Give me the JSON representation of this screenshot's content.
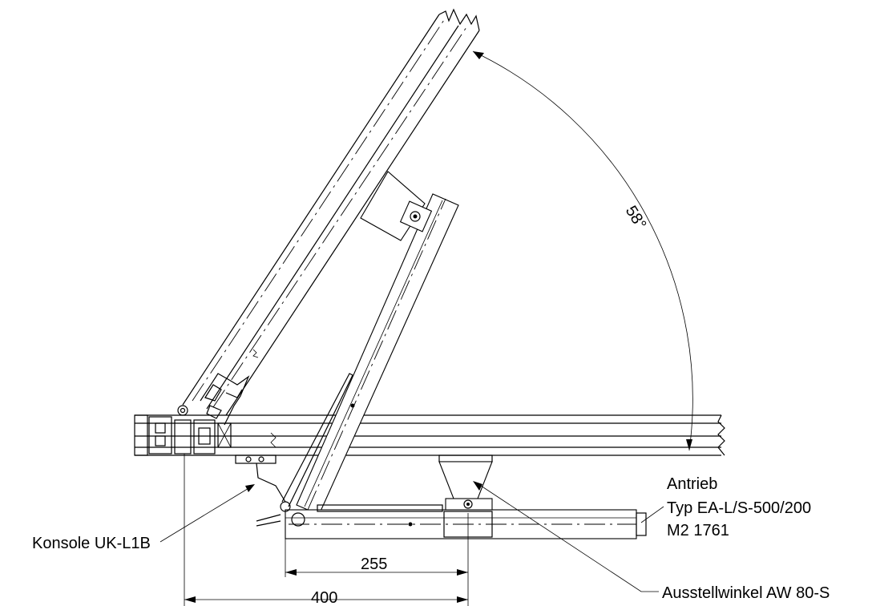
{
  "drawing": {
    "angle_label": "58°",
    "labels": {
      "antrieb_line1": "Antrieb",
      "antrieb_line2": "Typ EA-L/S-500/200",
      "antrieb_line3": "M2 1761",
      "konsole": "Konsole UK-L1B",
      "ausstellwinkel": "Ausstellwinkel AW 80-S"
    },
    "dimensions": {
      "dim_255": "255",
      "dim_400": "400"
    }
  }
}
